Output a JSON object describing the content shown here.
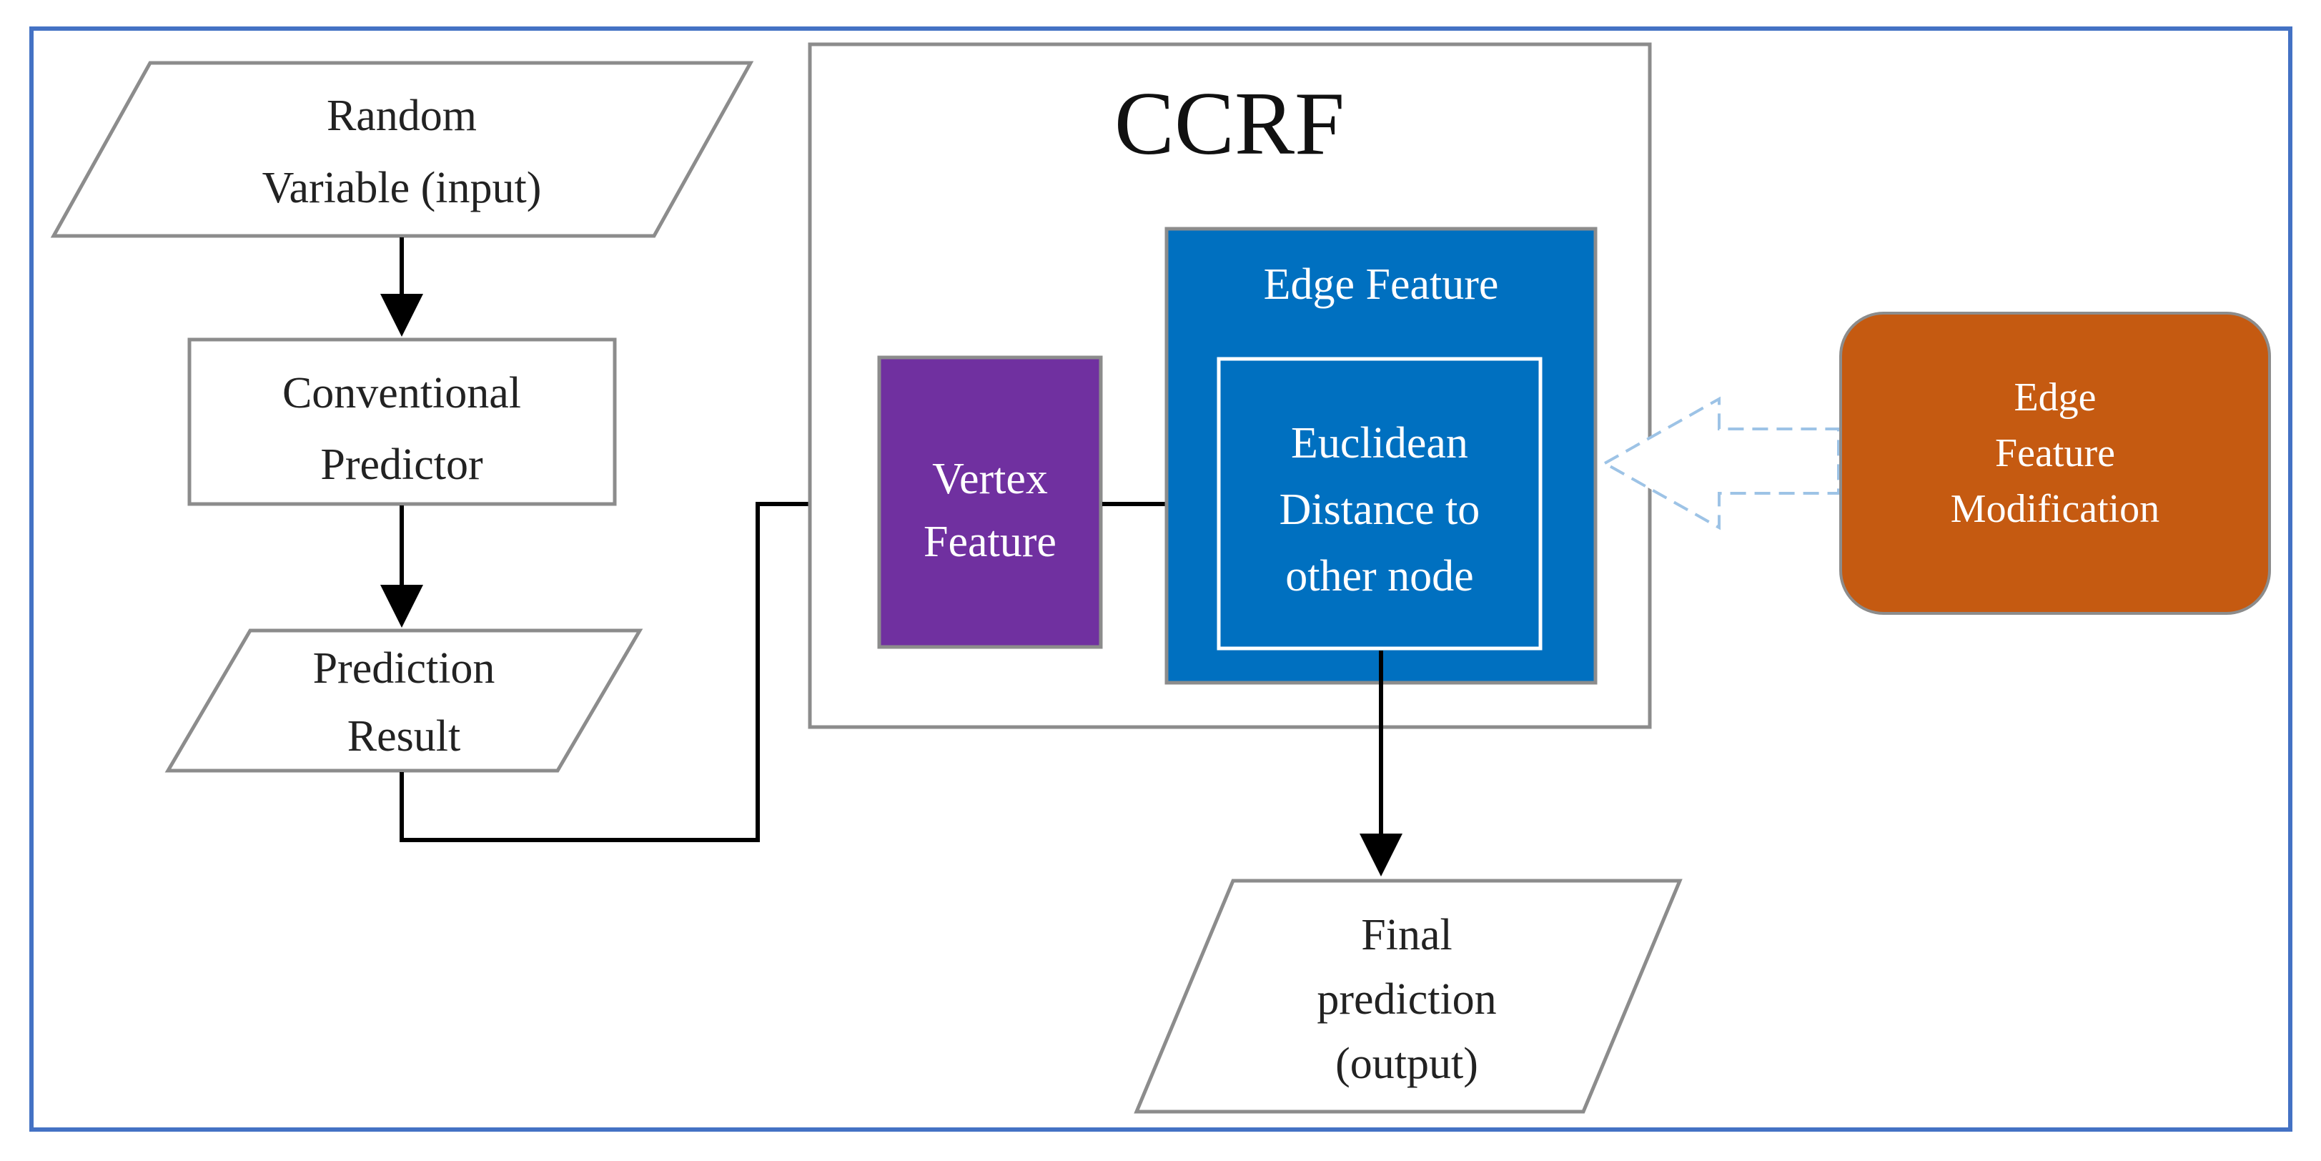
{
  "diagram": {
    "nodes": {
      "random_variable": {
        "lines": [
          "Random",
          "Variable (input)"
        ]
      },
      "conventional_predictor": {
        "lines": [
          "Conventional",
          "Predictor"
        ]
      },
      "prediction_result": {
        "lines": [
          "Prediction",
          "Result"
        ]
      },
      "ccrf": {
        "title": "CCRF"
      },
      "vertex_feature": {
        "lines": [
          "Vertex",
          "Feature"
        ]
      },
      "edge_feature": {
        "title": "Edge Feature"
      },
      "euclidean_distance": {
        "lines": [
          "Euclidean",
          "Distance to",
          "other node"
        ]
      },
      "edge_feature_modification": {
        "lines": [
          "Edge",
          "Feature",
          "Modification"
        ]
      },
      "final_prediction": {
        "lines": [
          "Final",
          "prediction",
          "(output)"
        ]
      }
    },
    "colors": {
      "frame_border": "#4472C4",
      "shape_border": "#8C8C8C",
      "vertex_fill": "#7030A0",
      "edge_fill": "#0070C0",
      "modification_fill": "#C55A11",
      "hollow_arrow": "#9DC3E6",
      "connector": "#000000"
    }
  }
}
